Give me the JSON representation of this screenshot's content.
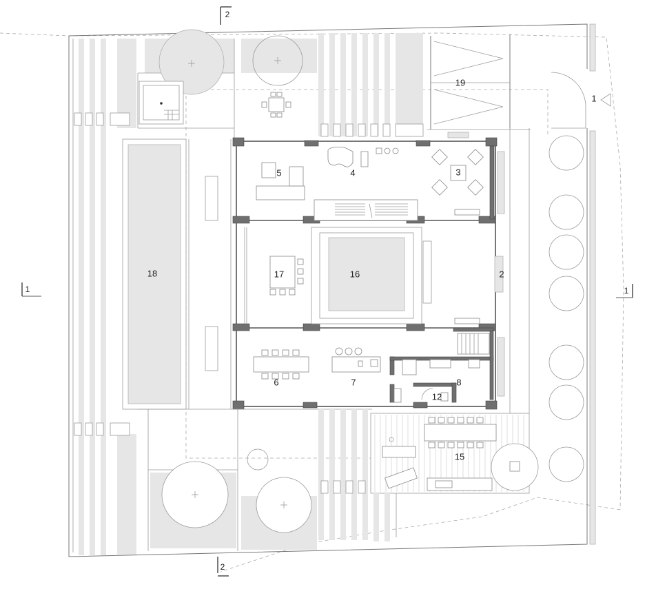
{
  "plan": {
    "rooms": [
      {
        "id": "1",
        "label": "1"
      },
      {
        "id": "2",
        "label": "2"
      },
      {
        "id": "3",
        "label": "3"
      },
      {
        "id": "4",
        "label": "4"
      },
      {
        "id": "5",
        "label": "5"
      },
      {
        "id": "6",
        "label": "6"
      },
      {
        "id": "7",
        "label": "7"
      },
      {
        "id": "8",
        "label": "8"
      },
      {
        "id": "12",
        "label": "12"
      },
      {
        "id": "15",
        "label": "15"
      },
      {
        "id": "16",
        "label": "16"
      },
      {
        "id": "17",
        "label": "17"
      },
      {
        "id": "18",
        "label": "18"
      },
      {
        "id": "19",
        "label": "19"
      }
    ],
    "sections": {
      "top": "2",
      "bottom": "2",
      "left": "1",
      "right": "1"
    }
  }
}
